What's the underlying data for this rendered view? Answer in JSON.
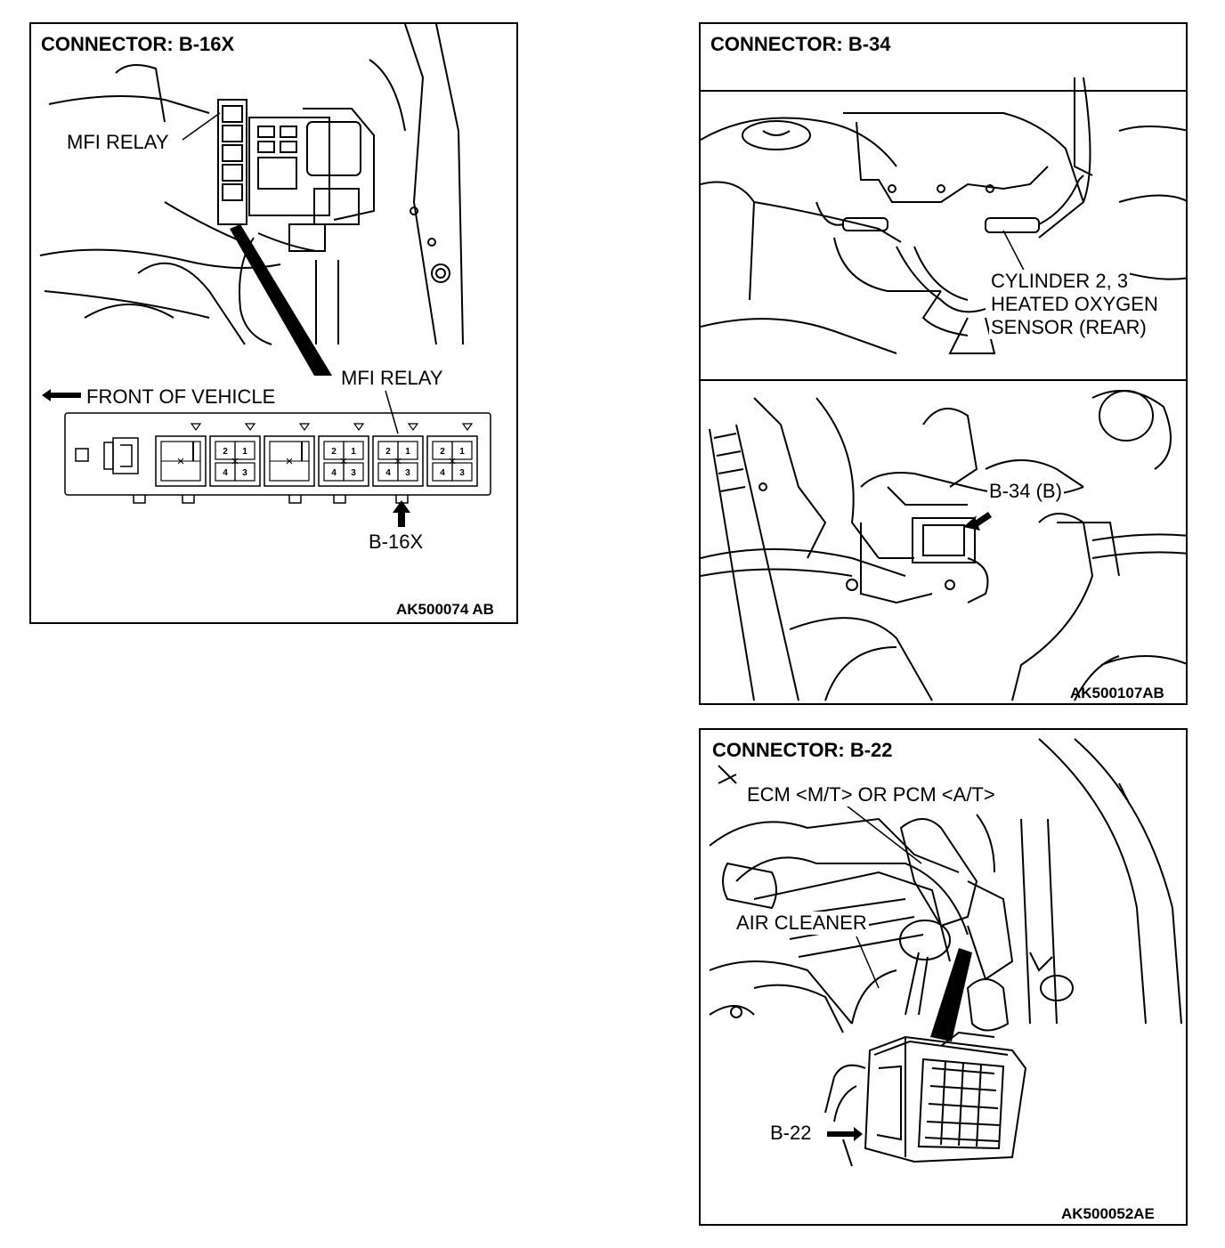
{
  "panel_b16x": {
    "title": "CONNECTOR: B-16X",
    "label_relay_top": "MFI RELAY",
    "label_relay_detail": "MFI RELAY",
    "label_front": "FRONT OF VEHICLE",
    "label_connector": "B-16X",
    "code": "AK500074 AB",
    "pins": [
      "2",
      "1",
      "4",
      "3"
    ]
  },
  "panel_b34": {
    "title": "CONNECTOR: B-34",
    "sensor_label": [
      "CYLINDER 2, 3",
      "HEATED OXYGEN",
      "SENSOR (REAR)"
    ],
    "label_connector": "B-34 (B)",
    "code": "AK500107AB"
  },
  "panel_b22": {
    "title": "CONNECTOR: B-22",
    "label_ecm": "ECM <M/T> OR PCM <A/T>",
    "label_air_cleaner": "AIR CLEANER",
    "label_connector": "B-22",
    "code": "AK500052AE"
  }
}
